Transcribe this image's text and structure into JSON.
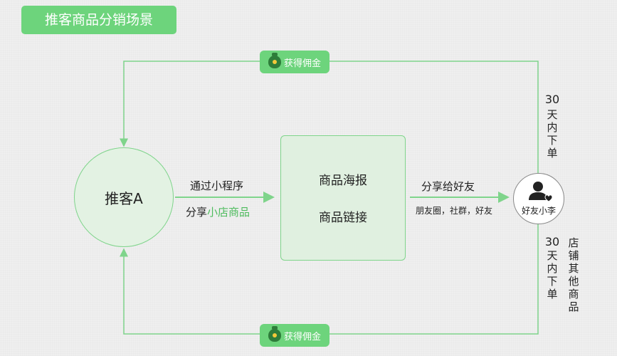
{
  "title": "推客商品分销场景",
  "node_a": "推客A",
  "poster": {
    "line1": "商品海报",
    "line2": "商品链接"
  },
  "arrow_left": {
    "top": "通过小程序",
    "bottom_prefix": "分享",
    "bottom_highlight": "小店商品"
  },
  "arrow_right": {
    "top": "分享给好友",
    "bottom": "朋友圈，社群，好友"
  },
  "friend": "好友小李",
  "commission_top": "获得佣金",
  "commission_bottom": "获得佣金",
  "right_top": {
    "num": "30",
    "text": "天内下单"
  },
  "right_bottom": {
    "num": "30",
    "text": "天内下单"
  },
  "right_side": "店铺其他商品",
  "colors": {
    "accent": "#6dd47c",
    "line": "#7fd48b",
    "highlight": "#4dbb5d"
  },
  "icons": [
    "money-bag-icon",
    "user-heart-icon"
  ]
}
